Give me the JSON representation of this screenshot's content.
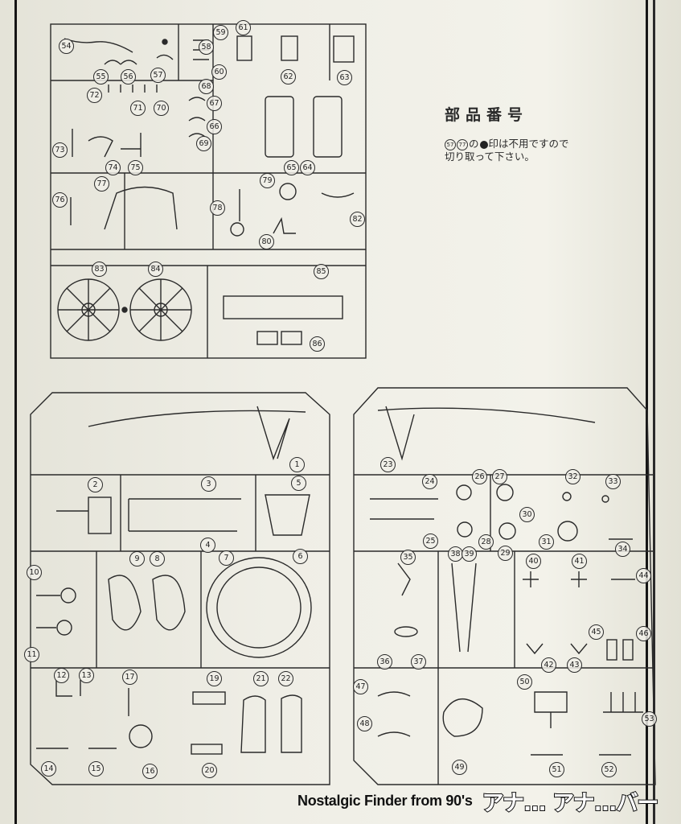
{
  "notes": {
    "title": "部品番号",
    "unused_parts": [
      "57",
      "77"
    ],
    "line1_tail": "の",
    "line1_rest": "印は不用ですので",
    "line2": "切り取って下さい。"
  },
  "parts_a": [
    {
      "n": "54"
    },
    {
      "n": "55"
    },
    {
      "n": "56"
    },
    {
      "n": "57"
    },
    {
      "n": "58"
    },
    {
      "n": "59"
    },
    {
      "n": "60"
    },
    {
      "n": "61"
    },
    {
      "n": "62"
    },
    {
      "n": "63"
    },
    {
      "n": "64"
    },
    {
      "n": "65"
    },
    {
      "n": "66"
    },
    {
      "n": "67"
    },
    {
      "n": "68"
    },
    {
      "n": "69"
    },
    {
      "n": "70"
    },
    {
      "n": "71"
    },
    {
      "n": "72"
    },
    {
      "n": "73"
    },
    {
      "n": "74"
    },
    {
      "n": "75"
    },
    {
      "n": "76"
    },
    {
      "n": "77"
    },
    {
      "n": "78"
    },
    {
      "n": "79"
    },
    {
      "n": "80"
    },
    {
      "n": "82"
    },
    {
      "n": "83"
    },
    {
      "n": "84"
    },
    {
      "n": "85"
    },
    {
      "n": "86"
    }
  ],
  "parts_b": [
    {
      "n": "1"
    },
    {
      "n": "2"
    },
    {
      "n": "3"
    },
    {
      "n": "4"
    },
    {
      "n": "5"
    },
    {
      "n": "6"
    },
    {
      "n": "7"
    },
    {
      "n": "8"
    },
    {
      "n": "9"
    },
    {
      "n": "10"
    },
    {
      "n": "11"
    },
    {
      "n": "12"
    },
    {
      "n": "13"
    },
    {
      "n": "14"
    },
    {
      "n": "15"
    },
    {
      "n": "16"
    },
    {
      "n": "17"
    },
    {
      "n": "19"
    },
    {
      "n": "20"
    },
    {
      "n": "21"
    },
    {
      "n": "22"
    }
  ],
  "parts_c": [
    {
      "n": "23"
    },
    {
      "n": "24"
    },
    {
      "n": "25"
    },
    {
      "n": "26"
    },
    {
      "n": "27"
    },
    {
      "n": "28"
    },
    {
      "n": "29"
    },
    {
      "n": "30"
    },
    {
      "n": "31"
    },
    {
      "n": "32"
    },
    {
      "n": "33"
    },
    {
      "n": "34"
    },
    {
      "n": "35"
    },
    {
      "n": "36"
    },
    {
      "n": "37"
    },
    {
      "n": "38"
    },
    {
      "n": "39"
    },
    {
      "n": "40"
    },
    {
      "n": "41"
    },
    {
      "n": "42"
    },
    {
      "n": "43"
    },
    {
      "n": "44"
    },
    {
      "n": "45"
    },
    {
      "n": "46"
    },
    {
      "n": "47"
    },
    {
      "n": "48"
    },
    {
      "n": "49"
    },
    {
      "n": "50"
    },
    {
      "n": "51"
    },
    {
      "n": "52"
    },
    {
      "n": "53"
    }
  ],
  "watermark": {
    "credit": "Nostalgic Finder from 90's",
    "brand": "アナ... アナ...バー"
  }
}
